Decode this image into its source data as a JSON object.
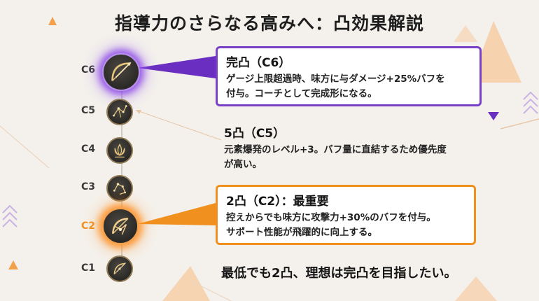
{
  "title": "指導力のさらなる高みへ：凸効果解説",
  "levels": [
    {
      "id": "C6",
      "label": "C6",
      "icon": "bow-constellation-icon"
    },
    {
      "id": "C5",
      "label": "C5",
      "icon": "star-constellation-icon"
    },
    {
      "id": "C4",
      "label": "C4",
      "icon": "lotus-icon"
    },
    {
      "id": "C3",
      "label": "C3",
      "icon": "star-constellation-icon"
    },
    {
      "id": "C2",
      "label": "C2",
      "icon": "bow-constellation-icon"
    },
    {
      "id": "C1",
      "label": "C1",
      "icon": "bow-constellation-icon"
    }
  ],
  "c6": {
    "title": "完凸（C6）",
    "line1": "ゲージ上限超過時、味方に与ダメージ+25%バフを",
    "line2": "付与。コーチとして完成形になる。"
  },
  "c5": {
    "title": "5凸（C5）",
    "line1": "元素爆発のレベル+3。バフ量に直結するため優先度",
    "line2": "が高い。"
  },
  "c2": {
    "title": "2凸（C2）：最重要",
    "line1": "控えからでも味方に攻撃力+30%のバフを付与。",
    "line2": "サポート性能が飛躍的に向上する。"
  },
  "footer": "最低でも2凸、理想は完凸を目指したい。",
  "colors": {
    "purple_accent": "#7a3fc7",
    "orange_accent": "#f0901e",
    "background": "#f4f1ec"
  }
}
